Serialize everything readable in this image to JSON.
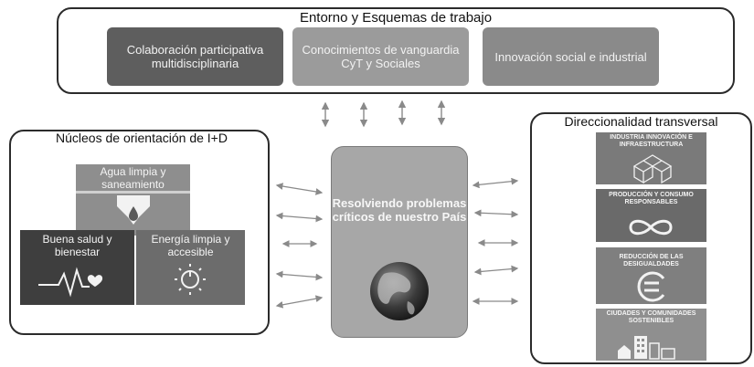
{
  "top": {
    "title": "Entorno y Esquemas de trabajo",
    "cards": [
      "Colaboración participativa multidisciplinaria",
      "Conocimientos  de vanguardia CyT y Sociales",
      "Innovación social e industrial"
    ]
  },
  "left": {
    "title": "Núcleos de orientación de I+D",
    "items": [
      "Agua limpia y saneamiento",
      "Buena salud y bienestar",
      "Energía limpia y accesible"
    ]
  },
  "center": {
    "label": "Resolviendo problemas críticos de nuestro País"
  },
  "right": {
    "title": "Direccionalidad transversal",
    "items": [
      "INDUSTRIA INNOVACIÓN E INFRAESTRUCTURA",
      "PRODUCCIÓN Y CONSUMO RESPONSABLES",
      "REDUCCIÓN DE LAS DESIGUALDADES",
      "CIUDADES Y COMUNIDADES SOSTENIBLES"
    ]
  },
  "colors": {
    "panel_border": "#2b2b2b",
    "arrow": "#8a8a8a",
    "center_fill": "#a7a7a7"
  }
}
